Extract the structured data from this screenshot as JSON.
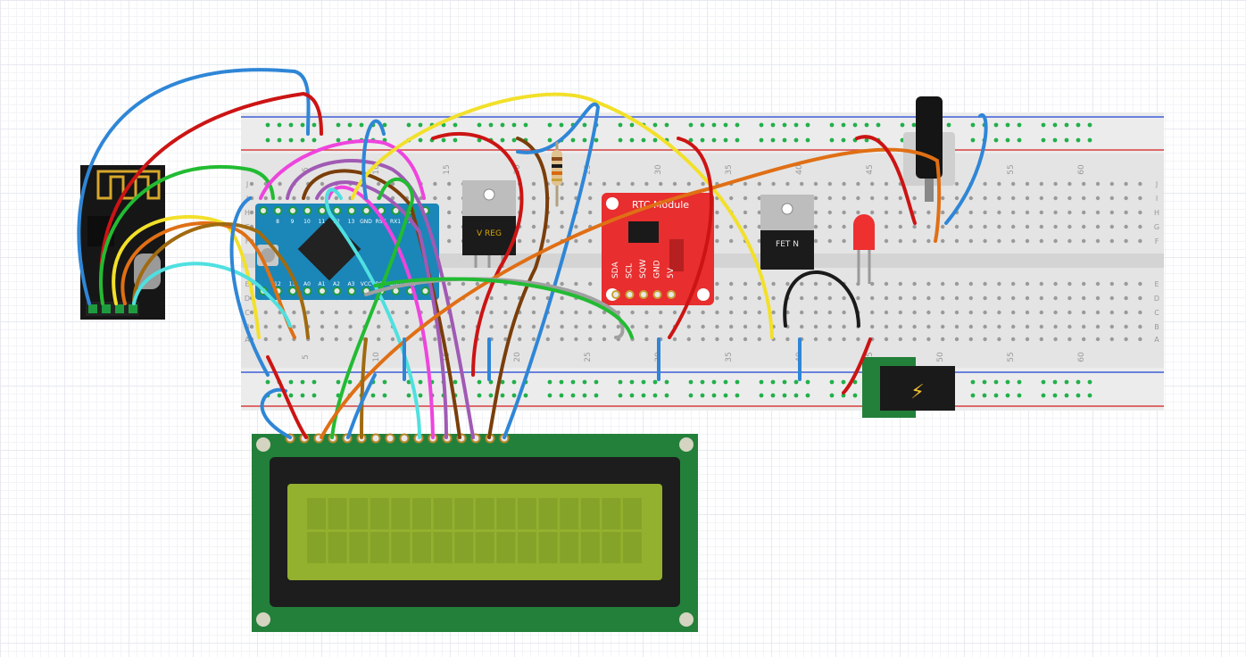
{
  "breadboard": {
    "column_numbers": [
      "5",
      "10",
      "15",
      "20",
      "25",
      "30",
      "35",
      "40",
      "45",
      "50",
      "55",
      "60"
    ],
    "row_letters_top": [
      "J",
      "I",
      "H",
      "G",
      "F"
    ],
    "row_letters_bottom": [
      "E",
      "D",
      "C",
      "B",
      "A"
    ]
  },
  "arduino": {
    "top_pins": [
      "8",
      "9",
      "10",
      "11",
      "12",
      "13",
      "GND",
      "RST",
      "RX1",
      "TX0"
    ],
    "bottom_pins": [
      "12",
      "13",
      "A0",
      "A1",
      "A2",
      "A3",
      "VCC",
      "RST",
      "GND",
      "RAW"
    ]
  },
  "voltage_regulator": {
    "label": "V REG"
  },
  "rtc_module": {
    "title": "RTC Module",
    "pins": [
      "SDA",
      "SCL",
      "SQW",
      "GND",
      "5V"
    ]
  },
  "mosfet": {
    "label": "FET N"
  },
  "power_jack": {
    "icon": "lightning-icon"
  },
  "colors": {
    "breadboard": "#e6e6e6",
    "rail_blue": "#3f5fd8",
    "rail_red": "#d83f3f",
    "hole_green": "#22b04a",
    "lcd_pcb": "#23803a",
    "lcd_screen": "#93b02f",
    "rtc_board": "#e82e2e",
    "arduino_board": "#1b86b8"
  }
}
